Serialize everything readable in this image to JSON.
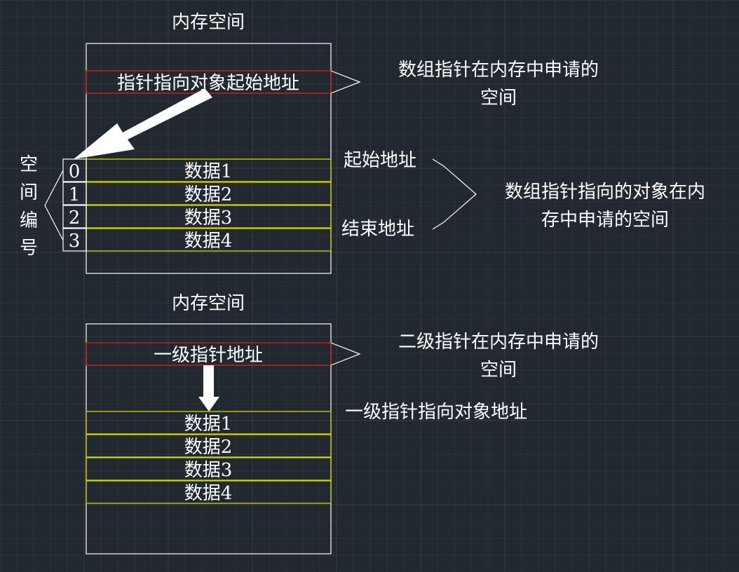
{
  "colors": {
    "background": "#212830",
    "grid_minor": "#2a323c",
    "grid_major": "#343e4a",
    "frame": "#ffffff",
    "pointer_box": "#cc1f1f",
    "data_row": "#d4d400",
    "arrow": "#ffffff",
    "text": "#ffffff"
  },
  "top": {
    "memory_title": "内存空间",
    "pointer_box_label": "指针指向对象起始地址",
    "pointer_callout": [
      "数组指针在内存中申请的",
      "空间"
    ],
    "index_label": [
      "空",
      "间",
      "编",
      "号"
    ],
    "indices": [
      "0",
      "1",
      "2",
      "3"
    ],
    "rows": [
      "数据1",
      "数据2",
      "数据3",
      "数据4"
    ],
    "start_label": "起始地址",
    "end_label": "结束地址",
    "object_callout": [
      "数组指针指向的对象在内",
      "存中申请的空间"
    ]
  },
  "bottom": {
    "memory_title": "内存空间",
    "pointer_box_label": "一级指针地址",
    "pointer_callout": [
      "二级指针在内存中申请的",
      "空间"
    ],
    "target_label": "一级指针指向对象地址",
    "rows": [
      "数据1",
      "数据2",
      "数据3",
      "数据4"
    ]
  }
}
